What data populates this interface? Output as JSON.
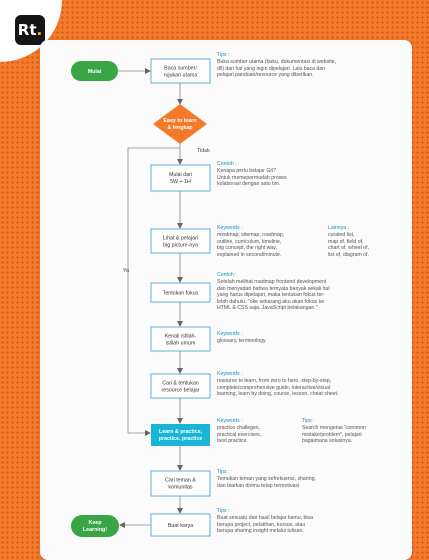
{
  "brand": {
    "logo_main": "Rt",
    "logo_dot": "."
  },
  "nodes": {
    "start": "Mulai",
    "n1": [
      "Baca sumber/",
      "rujukan utama"
    ],
    "decision": [
      "Easy to learn",
      "& lengkap"
    ],
    "n2": [
      "Mulai dari",
      "5W + 1H"
    ],
    "n3": [
      "Lihat & pelajari",
      "big picture-nya"
    ],
    "n4": [
      "Tentukan fokus"
    ],
    "n5": [
      "Kenali istilah-",
      "istilah umum"
    ],
    "n6": [
      "Cari & tentukan",
      "resource belajar"
    ],
    "n7": [
      "Learn & practice,",
      "practice, practice"
    ],
    "n8": [
      "Cari teman &",
      "komunitas"
    ],
    "n9": [
      "Buat karya"
    ],
    "end": [
      "Keep",
      "Learning!"
    ]
  },
  "edge_labels": {
    "no": "Tidak",
    "yes": "Ya"
  },
  "notes": {
    "n1": {
      "head": "Tips :",
      "body": "Buka sumber utama (buku, dokumentasi di website,\ndll) dari hal yang ingin dipelajari. Lalu baca dan\npelajari panduan/resource yang diberikan."
    },
    "n2": {
      "head": "Contoh :",
      "body": "Kenapa perlu belajar Git?\nUntuk memepermudah proses\nkolaborasi dengan satu tim."
    },
    "n3a": {
      "head": "Keywords :",
      "body": "mindmap, sitemap, roadmap,\noutline, curriculum, timeline,\nbig concept, the right way,\nexplained in second/minute."
    },
    "n3b": {
      "head": "Lainnya :",
      "body": "curated list,\nmap of, field of,\nchart of, wheel of,\nlist of, diagram of."
    },
    "n4": {
      "head": "Contoh :",
      "body": "Setelah melihat roadmap frontend development\ndan menyadari bahwa ternyata banyak sekali hal\nyang harus dipelajari, maka tentukan fokus ter-\nlebih dahulu. \"oke sekarang aku akan fokus ke\nHTML & CSS saja. JavaScript belakangan.\""
    },
    "n5": {
      "head": "Keywords :",
      "body": "glossary, terminology."
    },
    "n6": {
      "head": "Keywords :",
      "body": "resource to learn, from zero to hero, step-by-step,\ncomplete/comprehensive guide, interactive/visual\nlearning, learn by doing, course, lesson, cheat sheet."
    },
    "n7a": {
      "head": "Keywords :",
      "body": "practice challeges,\npractical exercises,\nbest practice."
    },
    "n7b": {
      "head": "Tips :",
      "body": "Search mengenai \"common\nmistake/problem\", pelajari\nbagaimana solusinya."
    },
    "n8": {
      "head": "Tips :",
      "body": "Temukan teman yang sefrekuensi, sharing,\ndan biarkan dirimu tetap termotivasi"
    },
    "n9": {
      "head": "Tips :",
      "body": "Buat sesuatu dari hasil belajar kamu, bisa\nberupa project, pelatihan, kursus, atau\nberupa sharing insight melalui tulisan."
    }
  },
  "colors": {
    "start": "#3aa544",
    "decision": "#f47a2a",
    "highlight": "#19b5d6",
    "accent": "#1a8fc6"
  }
}
